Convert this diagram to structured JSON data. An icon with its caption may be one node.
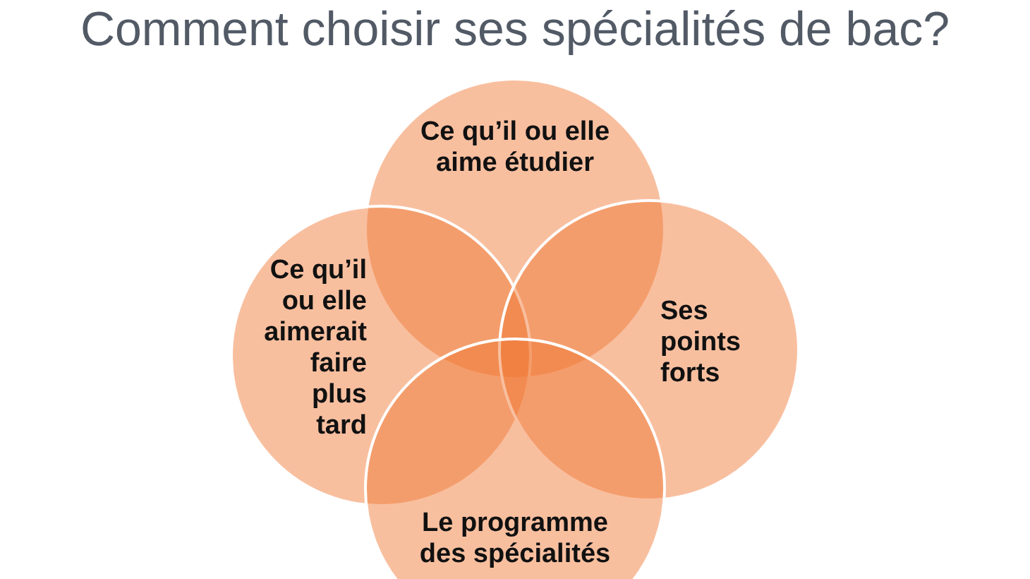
{
  "diagram": {
    "title": "Comment choisir ses spécialités de bac?",
    "nodes": [
      {
        "text": [
          "Ce qu’il ou elle aime étudier"
        ]
      },
      {
        "text": [
          "Ce qu’il ou elle aimerait faire plus tard"
        ]
      },
      {
        "text": [
          "Ses points forts"
        ]
      },
      {
        "text": [
          "Le programme des spécialités"
        ]
      }
    ]
  }
}
